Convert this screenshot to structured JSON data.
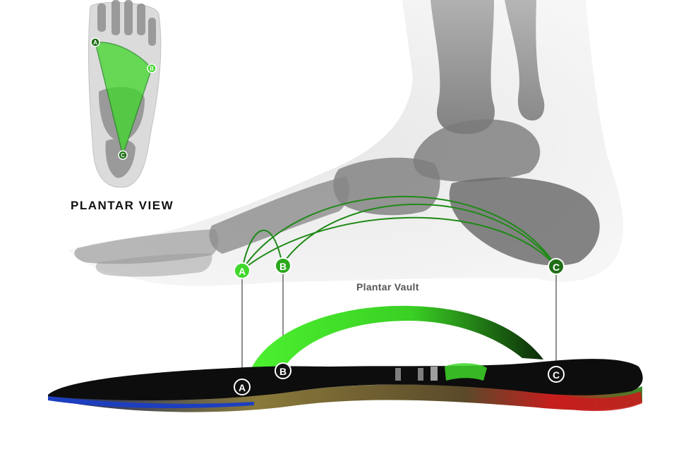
{
  "labels": {
    "plantar_view": "PLANTAR VIEW",
    "plantar_vault": "Plantar Vault"
  },
  "markers": {
    "a": "A",
    "b": "B",
    "c": "C"
  },
  "colors": {
    "accent_green": "#3fd82a",
    "dark_green": "#1d7a16",
    "insole_black": "#0d0d0d",
    "insole_red": "#c71d1d",
    "insole_blue": "#1d3fbf",
    "bone_gray": "#8a8a8a"
  }
}
